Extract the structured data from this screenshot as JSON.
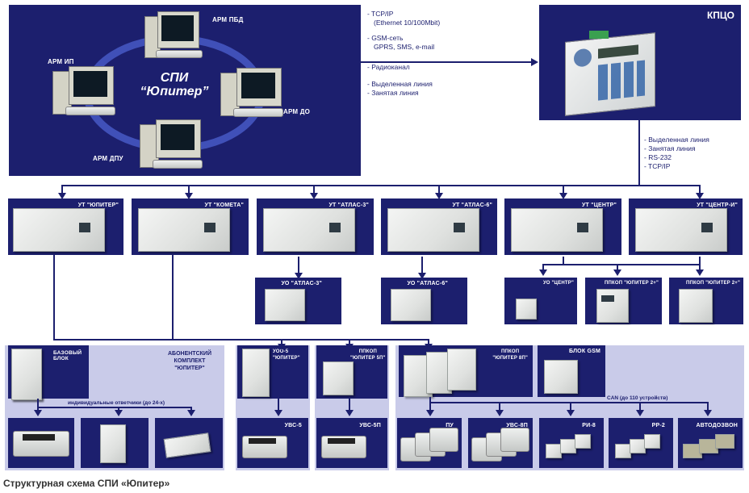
{
  "central": {
    "center_line1": "СПИ",
    "center_line2": "“Юпитер”",
    "arm_pbd": "АРМ ПБД",
    "arm_ip": "АРМ ИП",
    "arm_do": "АРМ ДО",
    "arm_dpu": "АРМ ДПУ"
  },
  "links": {
    "tcpip_1": "- TCP/IP",
    "tcpip_2": "(Ethernet 10/100Mbit)",
    "gsm_1": "- GSM-сеть",
    "gsm_2": "GPRS, SMS, e-mail",
    "radio": "- Радиоканал",
    "dedicated": "- Выделенная линия",
    "busy": "- Занятая линия"
  },
  "kpco": {
    "title": "КПЦО"
  },
  "kpco_links": {
    "l1": "- Выделенная линия",
    "l2": "- Занятая линия",
    "l3": "- RS-232",
    "l4": "- TCP/IP"
  },
  "ut_row": [
    "УТ \"ЮПИТЕР\"",
    "УТ \"КОМЕТА\"",
    "УТ \"АТЛАС-3\"",
    "УТ \"АТЛАС-6\"",
    "УТ \"ЦЕНТР\"",
    "УТ \"ЦЕНТР-И\""
  ],
  "uo_row": {
    "atlas3": "УО \"АТЛАС-3\"",
    "atlas6": "УО \"АТЛАС-6\"",
    "centr": "УО \"ЦЕНТР\"",
    "ppkop_2p1": "ППКОП \"ЮПИТЕР 2+\"",
    "ppkop_2p2": "ППКОП \"ЮПИТЕР 2+\""
  },
  "bottom": {
    "base_block": "БАЗОВЫЙ БЛОК",
    "abonent_1": "АБОНЕНТСКИЙ",
    "abonent_2": "КОМПЛЕКТ",
    "abonent_3": "\"ЮПИТЕР\"",
    "individual": "индивидуальные ответчики (до 24-х)",
    "uoo5_1": "УОО-5",
    "uoo5_2": "\"ЮПИТЕР\"",
    "uvs5": "УВС-5",
    "ppkop5p_1": "ППКОП",
    "ppkop5p_2": "\"ЮПИТЕР 5П\"",
    "uvs5p": "УВС-5П",
    "ppkop8p_1": "ППКОП",
    "ppkop8p_2": "\"ЮПИТЕР 8П\"",
    "gsm_block": "БЛОК GSM",
    "can": "CAN (до 110 устройств)",
    "pu": "ПУ",
    "uvs8p": "УВС-8П",
    "ri8": "РИ-8",
    "rr2": "РР-2",
    "autodial": "АВТОДОЗВОН"
  },
  "caption": "Структурная схема СПИ «Юпитер»"
}
